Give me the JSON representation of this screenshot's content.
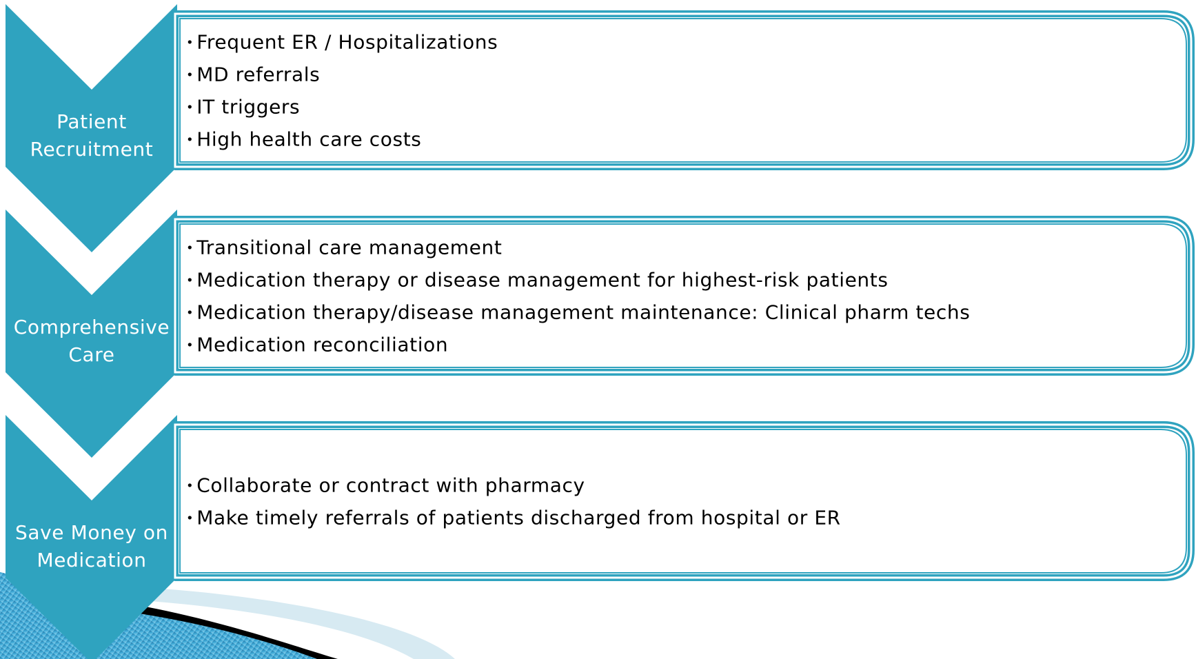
{
  "theme": {
    "accent": "#2fa3bf",
    "accent_dark": "#1d88a6",
    "panel_border": "#2fa3bf",
    "text": "#000000",
    "label_text": "#ffffff"
  },
  "stages": [
    {
      "label_lines": [
        "Patient",
        "Recruitment"
      ],
      "bullets": [
        "Frequent ER / Hospitalizations",
        "MD referrals",
        "IT triggers",
        "High health care costs"
      ]
    },
    {
      "label_lines": [
        "Comprehensive",
        "Care"
      ],
      "bullets": [
        "Transitional care management",
        "Medication therapy or disease management for highest-risk patients",
        "Medication therapy/disease management maintenance: Clinical pharm techs",
        "Medication reconciliation"
      ]
    },
    {
      "label_lines": [
        "Save Money on",
        "Medication"
      ],
      "bullets": [
        "Collaborate or contract with pharmacy",
        "Make timely referrals of patients discharged from hospital or ER"
      ]
    }
  ],
  "bullet_glyph": "•"
}
